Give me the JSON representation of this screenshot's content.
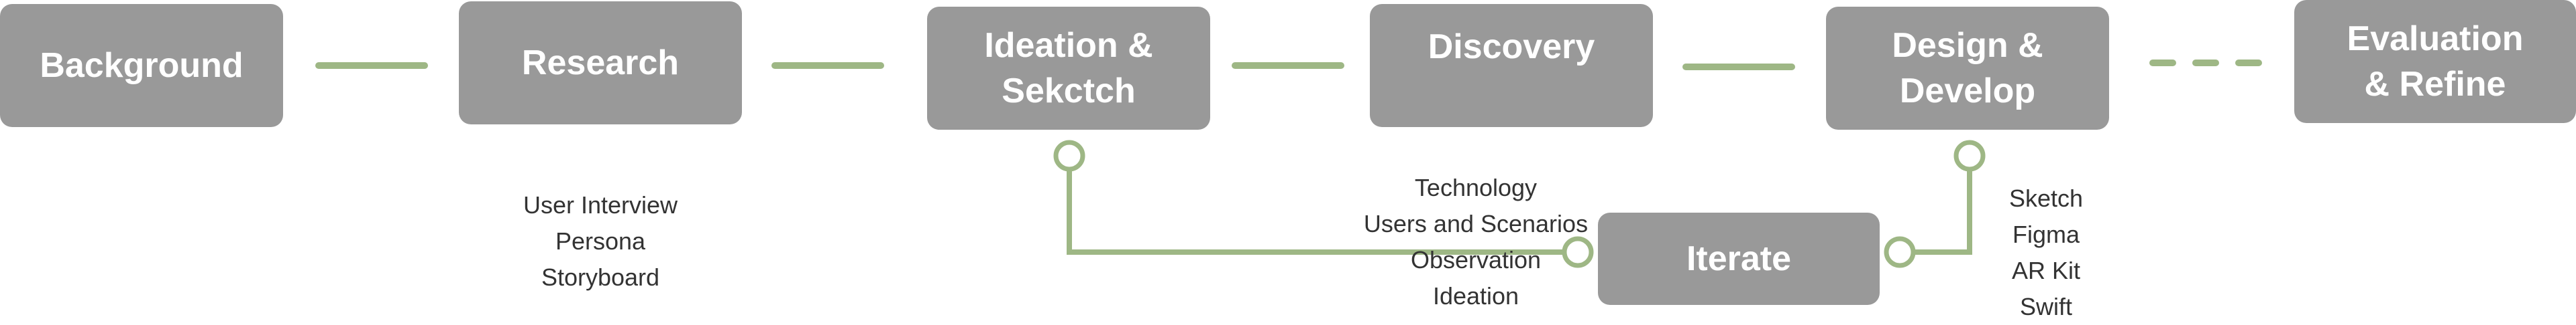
{
  "stages": [
    {
      "label": "Background"
    },
    {
      "label": "Research"
    },
    {
      "label": "Ideation & Sekctch"
    },
    {
      "label": "Discovery"
    },
    {
      "label": "Design & Develop"
    },
    {
      "label": "Evaluation & Refine"
    }
  ],
  "iterate": {
    "label": "Iterate"
  },
  "research_notes": [
    "User Interview",
    "Persona",
    "Storyboard"
  ],
  "discovery_notes": [
    "Technology",
    "Users and Scenarios",
    "Observation",
    "Ideation"
  ],
  "develop_notes": [
    "Sketch",
    "Figma",
    "AR Kit",
    "Swift"
  ],
  "colors": {
    "box": "#999999",
    "connector": "#9eb785",
    "loop_line": "#9eb785",
    "text_on_box": "#ffffff",
    "note_text": "#333333"
  }
}
